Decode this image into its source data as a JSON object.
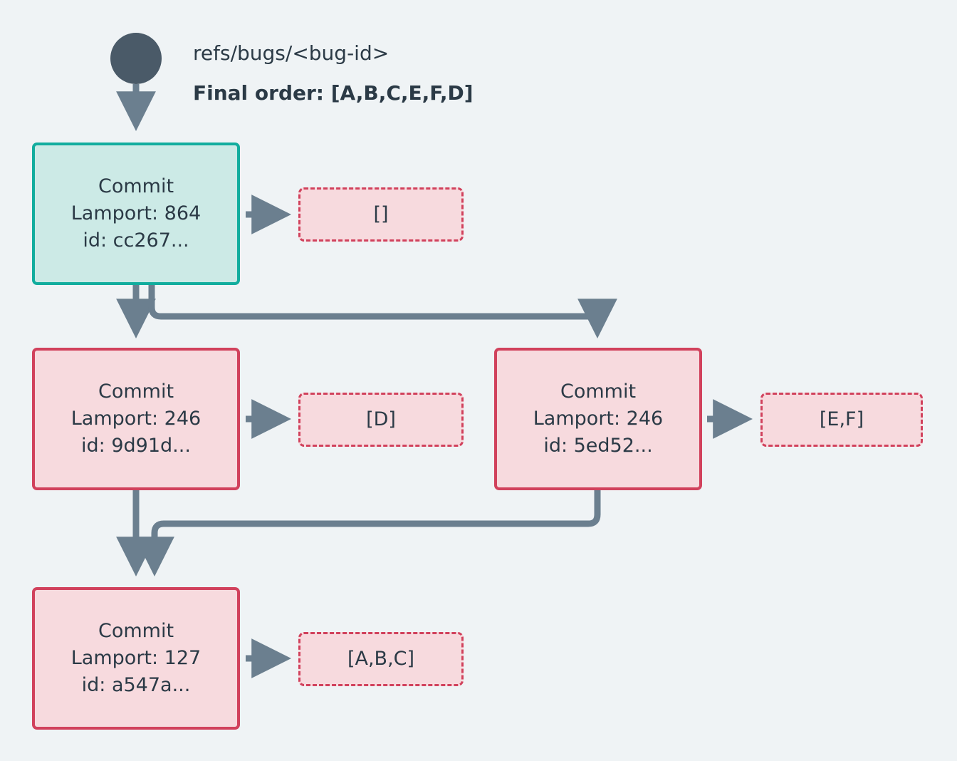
{
  "diagram": {
    "title_ref": "refs/bugs/<bug-id>",
    "final_order": "Final order: [A,B,C,E,F,D]",
    "colors": {
      "background": "#eff3f5",
      "text": "#2b3a46",
      "edge": "#6b7f8f",
      "start_node": "#4a5a68",
      "head_border": "#12ad9e",
      "head_fill": "#cceae6",
      "commit_border": "#d1415c",
      "commit_fill": "#f7dade",
      "ops_border": "#d1415c",
      "ops_fill": "#f7dade"
    },
    "commits": [
      {
        "id": "commit-cc267",
        "kind": "Commit",
        "lamport_line": "Lamport: 864",
        "id_line": "id: cc267...",
        "operations": "[]",
        "highlight": "head"
      },
      {
        "id": "commit-9d91d",
        "kind": "Commit",
        "lamport_line": "Lamport: 246",
        "id_line": "id: 9d91d...",
        "operations": "[D]",
        "highlight": "normal"
      },
      {
        "id": "commit-5ed52",
        "kind": "Commit",
        "lamport_line": "Lamport: 246",
        "id_line": "id: 5ed52...",
        "operations": "[E,F]",
        "highlight": "normal"
      },
      {
        "id": "commit-a547a",
        "kind": "Commit",
        "lamport_line": "Lamport: 127",
        "id_line": "id: a547a...",
        "operations": "[A,B,C]",
        "highlight": "normal"
      }
    ]
  }
}
